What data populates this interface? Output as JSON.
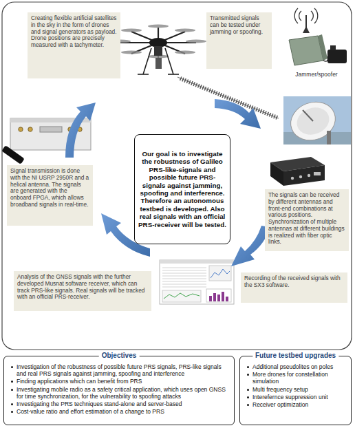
{
  "diagram": {
    "nodes": [
      {
        "text": [
          "Creating flexible artificial satellites in the sky in the form of drones and signal generators as payload. Drone positions are precisely measured with a tachymeter."
        ]
      },
      {
        "text": [
          "Transmitted signals can be tested under jamming or spoofing."
        ]
      },
      {
        "text": [
          "Our goal is to investigate the robustness of Galileo PRS-like-signals and possible future PRS-signals against jamming, spoofing and interference. Therefore an autonomous testbed is developed. Also real signals with an official PRS-receiver will be tested."
        ]
      },
      {
        "text": [
          "Signal transmission is done with the NI USRP 2950R and a helical antenna. The signals are generated with the onboard FPGA, which allows broadband signals in real-time."
        ]
      },
      {
        "text": [
          "The signals can be received by different antennas and front-end combinations at various positions. Synchronization of multiple antennas at different buildings is realized with fiber optic links."
        ]
      },
      {
        "text": [
          "Analysis of the GNSS signals with the further developed Musnat software receiver, which can track PRS-like signals. Real signals will be tracked with an official PRS-receiver."
        ]
      },
      {
        "text": [
          "Recording of the received signals with the SX3 software."
        ]
      },
      {
        "text": [
          "Objectives",
          "Investigation of the robustness of possible future PRS signals, PRS-like signals and real PRS signals against jamming, spoofing and interference",
          "Finding applications which can benefit from PRS",
          "Investigating mobile radio as a safety critical application, which uses open GNSS for time synchronization, for the vulnerability to spoofing attacks",
          "Investigating the PRS techniques stand-alone and server-based",
          "Cost-value ratio and effort estimation of a change to PRS"
        ]
      },
      {
        "text": [
          "Future testbed upgrades",
          "Additional pseudolites on poles",
          "More drones for constellation simulation",
          "Multi frequency setup",
          "Interefernce suppression unit",
          "Receiver optimization"
        ]
      }
    ],
    "labels": [
      "Jammer/spoofer"
    ]
  }
}
